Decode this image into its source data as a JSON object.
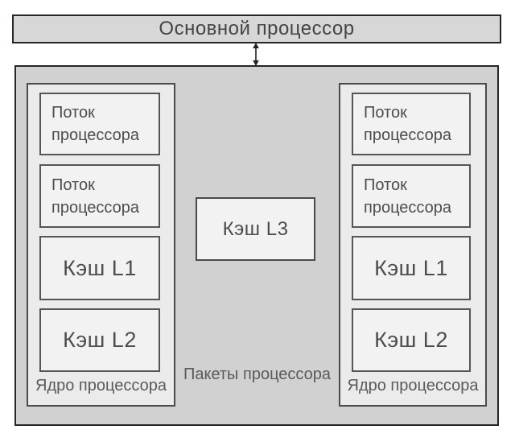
{
  "diagram": {
    "main_processor_label": "Основной процессор",
    "package_label": "Пакеты процессора",
    "l3_cache_label": "Кэш L3",
    "cores": [
      {
        "label": "Ядро процессора",
        "thread1": "Поток процессора",
        "thread2": "Поток процессора",
        "l1": "Кэш L1",
        "l2": "Кэш L2"
      },
      {
        "label": "Ядро процессора",
        "thread1": "Поток процессора",
        "thread2": "Поток процессора",
        "l1": "Кэш L1",
        "l2": "Кэш L2"
      }
    ],
    "colors": {
      "top_bar_fill": "#d7d7d7",
      "package_fill": "#d1d1d1",
      "core_fill": "#ebebeb",
      "inner_box_fill": "#f2f2f2",
      "outer_border": "#262626",
      "inner_border": "#555555",
      "text": "#4d4d4d"
    }
  }
}
